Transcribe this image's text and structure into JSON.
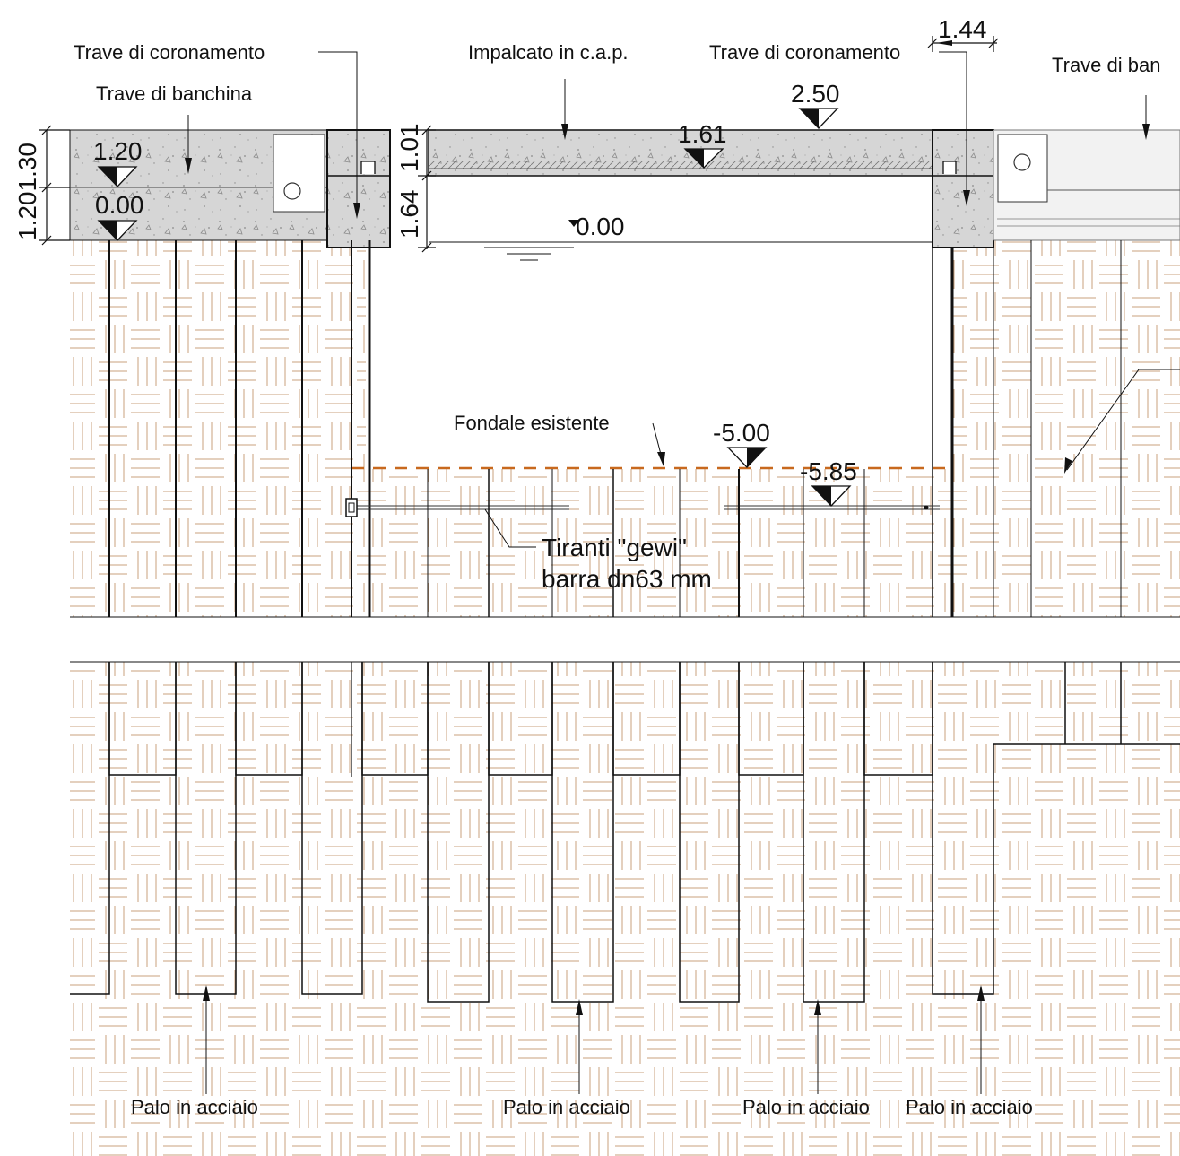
{
  "labels": {
    "trave_coronamento_left": "Trave di coronamento",
    "trave_banchina_left": "Trave di banchina",
    "impalcato": "Impalcato in c.a.p.",
    "trave_coronamento_right": "Trave di coronamento",
    "trave_banchina_right": "Trave di ban",
    "fondale": "Fondale esistente",
    "tiranti_line1": "Tiranti \"gewi\"",
    "tiranti_line2": "barra dn63 mm",
    "palo_1": "Palo in acciaio",
    "palo_2": "Palo in acciaio",
    "palo_3": "Palo in acciaio",
    "palo_4": "Palo in acciaio"
  },
  "levels": {
    "deck_top": "2.50",
    "deck_mid": "1.61",
    "left_top": "1.20",
    "left_zero": "0.00",
    "water": "0.00",
    "seabed": "-5.00",
    "dredge": "-5.85"
  },
  "dimensions": {
    "left_vertical": "1.201.30",
    "beam_upper": "1.01",
    "beam_lower": "1.64",
    "beam_width": "1.44"
  },
  "colors": {
    "soil_hatch": "#c9a27e",
    "concrete": "#d4d4d4",
    "seabed_dash": "#c8691e",
    "line": "#111111"
  }
}
